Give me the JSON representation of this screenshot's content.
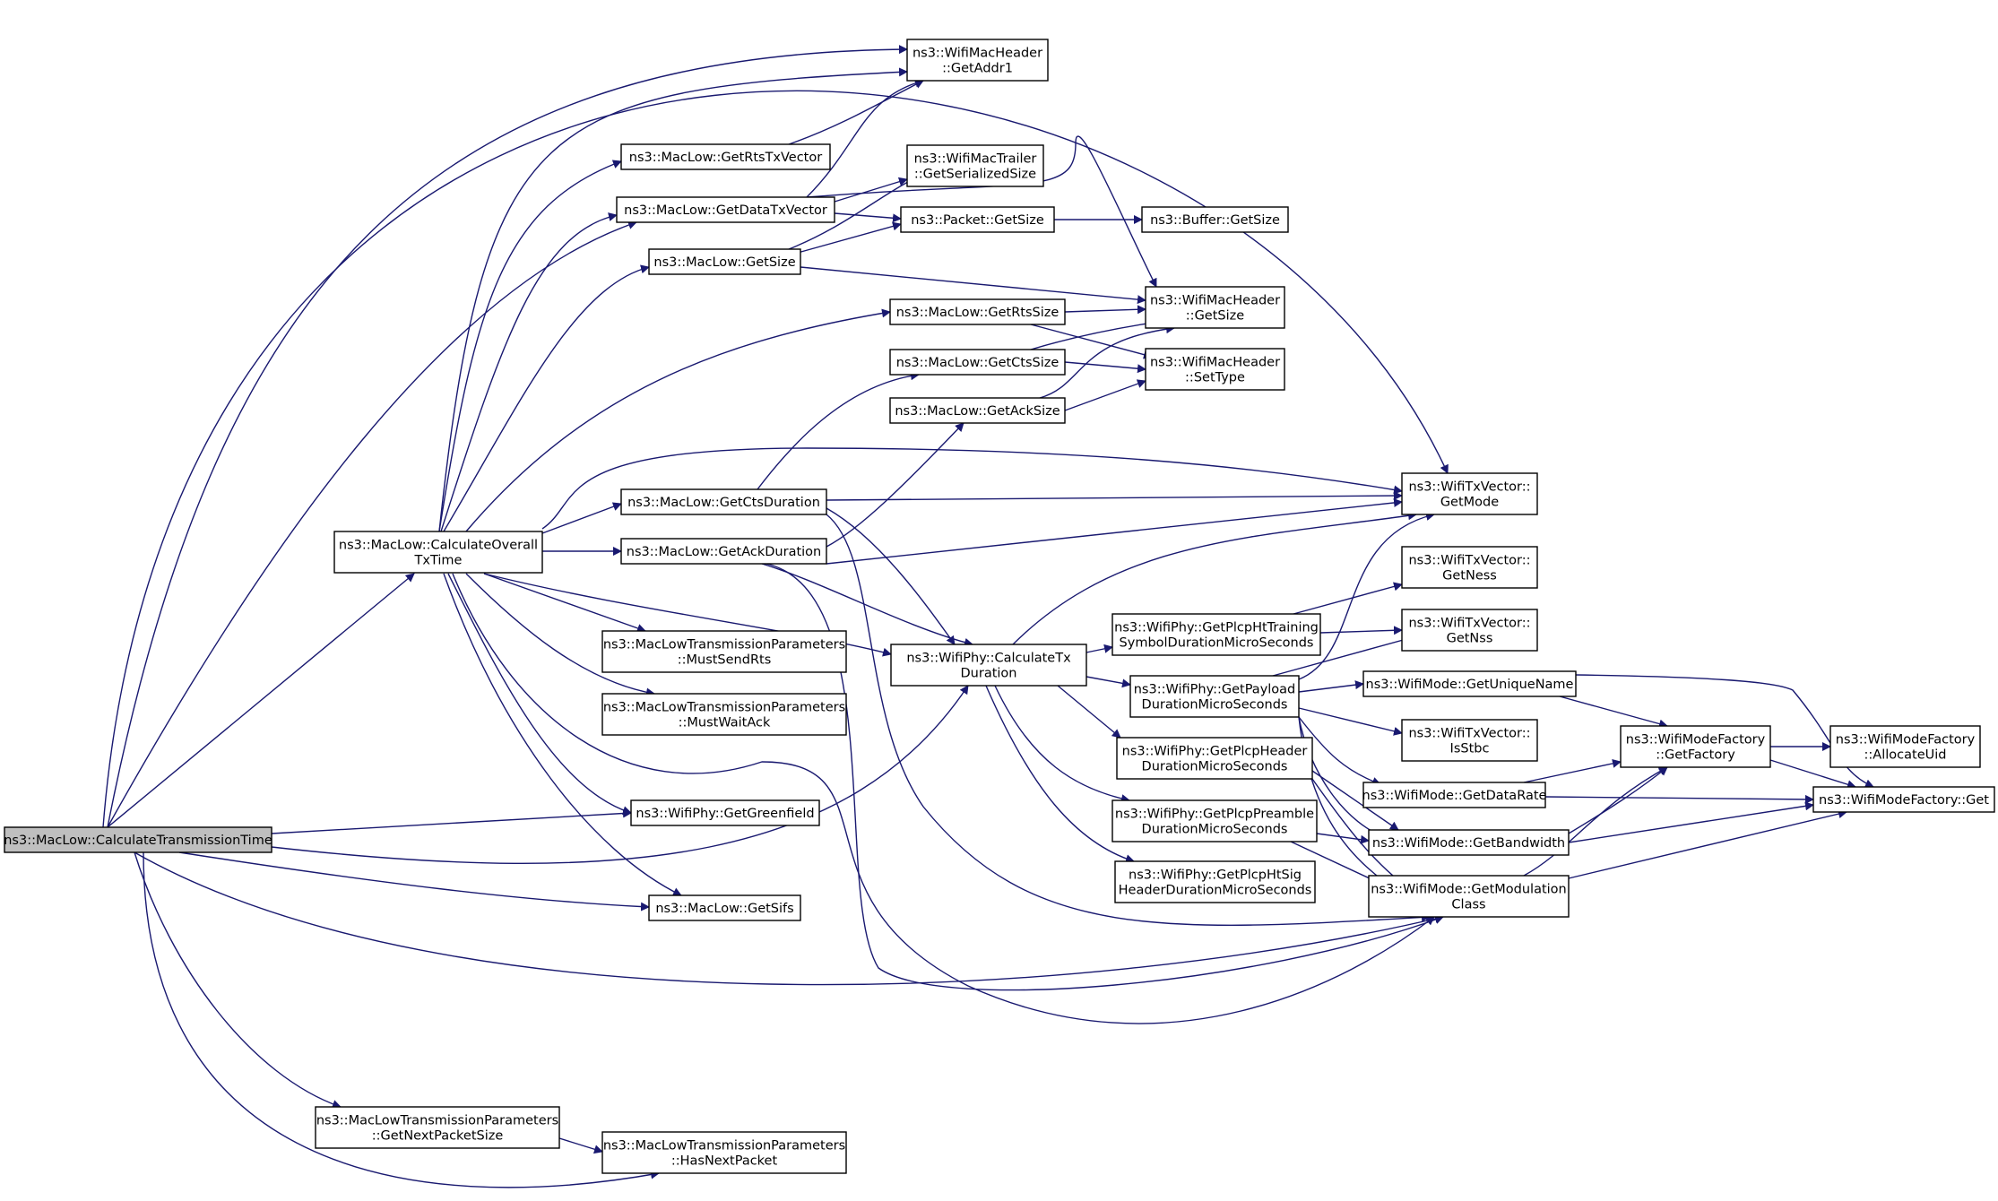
{
  "colors": {
    "edge": "#191970",
    "root_fill": "#bfbfbf",
    "node_fill": "#ffffff",
    "border": "#000000"
  },
  "nodes": {
    "calc_transmission_time": [
      "ns3::MacLow::CalculateTransmissionTime"
    ],
    "calc_overall_tx_time": [
      "ns3::MacLow::CalculateOverall",
      "TxTime"
    ],
    "get_next_packet_size": [
      "ns3::MacLowTransmissionParameters",
      "::GetNextPacketSize"
    ],
    "has_next_packet": [
      "ns3::MacLowTransmissionParameters",
      "::HasNextPacket"
    ],
    "get_rts_tx_vector": [
      "ns3::MacLow::GetRtsTxVector"
    ],
    "get_data_tx_vector": [
      "ns3::MacLow::GetDataTxVector"
    ],
    "maclow_get_size": [
      "ns3::MacLow::GetSize"
    ],
    "get_cts_duration": [
      "ns3::MacLow::GetCtsDuration"
    ],
    "get_ack_duration": [
      "ns3::MacLow::GetAckDuration"
    ],
    "must_send_rts": [
      "ns3::MacLowTransmissionParameters",
      "::MustSendRts"
    ],
    "must_wait_ack": [
      "ns3::MacLowTransmissionParameters",
      "::MustWaitAck"
    ],
    "get_greenfield": [
      "ns3::WifiPhy::GetGreenfield"
    ],
    "get_sifs": [
      "ns3::MacLow::GetSifs"
    ],
    "mac_header_get_addr1": [
      "ns3::WifiMacHeader",
      "::GetAddr1"
    ],
    "mac_trailer_serialized_size": [
      "ns3::WifiMacTrailer",
      "::GetSerializedSize"
    ],
    "packet_get_size": [
      "ns3::Packet::GetSize"
    ],
    "buffer_get_size": [
      "ns3::Buffer::GetSize"
    ],
    "get_rts_size": [
      "ns3::MacLow::GetRtsSize"
    ],
    "get_cts_size": [
      "ns3::MacLow::GetCtsSize"
    ],
    "get_ack_size": [
      "ns3::MacLow::GetAckSize"
    ],
    "mac_header_get_size": [
      "ns3::WifiMacHeader",
      "::GetSize"
    ],
    "mac_header_set_type": [
      "ns3::WifiMacHeader",
      "::SetType"
    ],
    "calc_tx_duration": [
      "ns3::WifiPhy::CalculateTx",
      "Duration"
    ],
    "plcp_ht_training": [
      "ns3::WifiPhy::GetPlcpHtTraining",
      "SymbolDurationMicroSeconds"
    ],
    "payload_duration": [
      "ns3::WifiPhy::GetPayload",
      "DurationMicroSeconds"
    ],
    "plcp_header_duration": [
      "ns3::WifiPhy::GetPlcpHeader",
      "DurationMicroSeconds"
    ],
    "plcp_preamble_duration": [
      "ns3::WifiPhy::GetPlcpPreamble",
      "DurationMicroSeconds"
    ],
    "plcp_ht_sig": [
      "ns3::WifiPhy::GetPlcpHtSig",
      "HeaderDurationMicroSeconds"
    ],
    "txvector_get_mode": [
      "ns3::WifiTxVector::",
      "GetMode"
    ],
    "txvector_get_ness": [
      "ns3::WifiTxVector::",
      "GetNess"
    ],
    "txvector_get_nss": [
      "ns3::WifiTxVector::",
      "GetNss"
    ],
    "txvector_is_stbc": [
      "ns3::WifiTxVector::",
      "IsStbc"
    ],
    "mode_get_unique_name": [
      "ns3::WifiMode::GetUniqueName"
    ],
    "mode_get_data_rate": [
      "ns3::WifiMode::GetDataRate"
    ],
    "mode_get_bandwidth": [
      "ns3::WifiMode::GetBandwidth"
    ],
    "mode_get_modulation_class": [
      "ns3::WifiMode::GetModulation",
      "Class"
    ],
    "mode_factory_get_factory": [
      "ns3::WifiModeFactory",
      "::GetFactory"
    ],
    "mode_factory_allocate_uid": [
      "ns3::WifiModeFactory",
      "::AllocateUid"
    ],
    "mode_factory_get": [
      "ns3::WifiModeFactory::Get"
    ]
  }
}
